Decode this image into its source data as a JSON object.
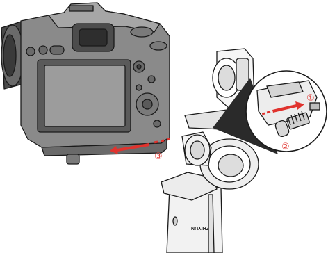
{
  "illustration": {
    "brand_mark": "ZHIYUN",
    "colors": {
      "outline": "#1a1a1a",
      "camera_body": "#8a8a8a",
      "camera_dark": "#5a5a5a",
      "screen": "#9c9c9c",
      "gimbal_light": "#f2f2f2",
      "arrow": "#e0332e"
    },
    "steps": [
      {
        "label": "①",
        "icon": "circled-one-icon"
      },
      {
        "label": "②",
        "icon": "circled-two-icon"
      },
      {
        "label": "③",
        "icon": "circled-three-icon"
      }
    ]
  }
}
